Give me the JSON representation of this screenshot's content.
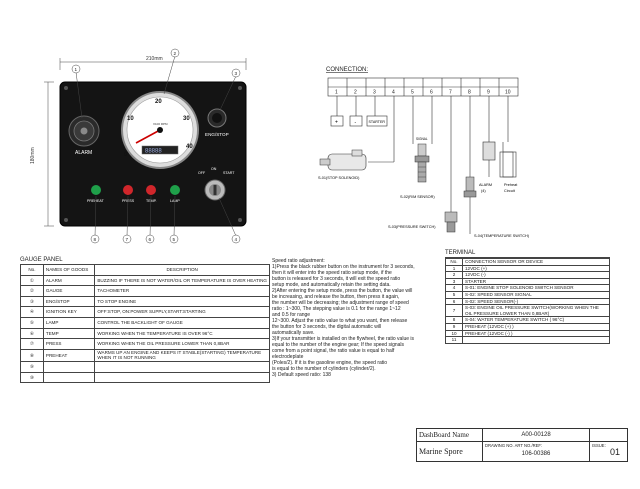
{
  "panel": {
    "width_label": "210mm",
    "height_label": "180mm",
    "callouts": [
      "1",
      "2",
      "3",
      "4",
      "5",
      "6",
      "7",
      "8"
    ],
    "alarm_label": "ALARM",
    "eng_stop_label": "ENG/STOP",
    "gauge_ticks": [
      "0",
      "10",
      "20",
      "30",
      "40"
    ],
    "gauge_sub": "X100 RPM",
    "odometer": "88888",
    "switch_labels": [
      "OFF",
      "ON",
      "START"
    ],
    "lights": [
      {
        "label": "PREHEAT",
        "color": "#1fa04a"
      },
      {
        "label": "PRESS",
        "color": "#d0262b"
      },
      {
        "label": "TEMP.",
        "color": "#d0262b"
      },
      {
        "label": "LAMP",
        "color": "#1fa04a"
      }
    ]
  },
  "connection": {
    "title": "CONNECTION:",
    "pins": [
      "1",
      "2",
      "3",
      "4",
      "5",
      "6",
      "7",
      "8",
      "9",
      "10"
    ],
    "plus_label": "+",
    "minus_label": "-",
    "starter_label": "STARTER",
    "stop_solenoid": "S-01(STOP SOLENOID)",
    "rpm_sensor": "S-02(R/M SENSOR)",
    "pressure_switch": "S-03(PRESSURE SWITCH)",
    "temp_switch": "S-04(TEMPERATURE SWITCH)",
    "signal_label": "SIGNAL",
    "alarm_label": "ALARM",
    "alarm_num": "(4)",
    "preheat_label": "Preheat",
    "circuit_label": "Circuit"
  },
  "gauge_panel": {
    "title": "GAUGE PANEL",
    "headers": [
      "No.",
      "NAMES OF GOODS",
      "DESCRIPTION"
    ],
    "rows": [
      {
        "no": "①",
        "name": "ALARM",
        "desc": "BUZZING IF THERE IS NOT WATER/OIL OR TEMPERATURE IS OVER HEATING"
      },
      {
        "no": "②",
        "name": "GAUGE",
        "desc": "TACHOMETER"
      },
      {
        "no": "③",
        "name": "ENG/STOP",
        "desc": "TO STOP ENGINE"
      },
      {
        "no": "④",
        "name": "IGNITION KEY",
        "desc": "OFF:STOP, ON:POWER SUPPLY,START:STARTING"
      },
      {
        "no": "⑤",
        "name": "LAMP",
        "desc": "CONTROL THE BACKLIGHT OF GAUGE"
      },
      {
        "no": "⑥",
        "name": "TEMP",
        "desc": "WORKING WHEN THE TEMPERATURE IS OVER 96°C"
      },
      {
        "no": "⑦",
        "name": "PRESS",
        "desc": "WORKING WHEN THE OIL PRESSURE LOWER THAN 0,8BAR"
      },
      {
        "no": "⑧",
        "name": "PREHEAT",
        "desc": "WARMS UP AN ENGINE AND KEEPS IT STABLE(STARTING) TEMPERATURE WHEN IT IS NOT RUNNING"
      },
      {
        "no": "⑨",
        "name": "",
        "desc": ""
      },
      {
        "no": "⑩",
        "name": "",
        "desc": ""
      }
    ]
  },
  "speed_ratio": {
    "lines": [
      "Speed ratio adjustment:",
      "1)Press the black rubber button on the instrument for 3 seconds,",
      "   then it will enter into the speed ratio setup mode, if the",
      "   button is released for 3 seconds, it will exit the speed ratio",
      "   setup mode, and automatically retain the setting data.",
      "2)After entering the setup mode, press the button, the value will",
      "   be increasing, and release the button, then press it again,",
      "   the number will be decreasing; the adjustment range of speed",
      "   ratio : 1~300, The stepping value is 0.1 for  the range 1~12",
      "   and 0.5 for range",
      "   12~300. Adjust the ratio value to  what you want, then release",
      "   the button for 3 seconds, the digital    automatic will",
      "   automatically save.",
      "3)If your transmitter is installed on the flywheel, the ratio value is",
      "   equal to the number of the engine gear; If the speed signals",
      "   come from a point signal, the ratio value is equal to half",
      "   electrodeplate",
      "   (Poles/2). If it is the gasoline engine, the speed ratio",
      "   is equal to the    number of cylinders (cylinder/2).",
      "3) Default speed ratio: 138"
    ]
  },
  "terminal": {
    "title": "TERMINAL",
    "headers": [
      "No.",
      "CONNECTION SENSOR OR DEVICE"
    ],
    "rows": [
      {
        "no": "1",
        "desc": "12VDC (+)"
      },
      {
        "no": "2",
        "desc": "12VDC (-)"
      },
      {
        "no": "3",
        "desc": "STARTER"
      },
      {
        "no": "4",
        "desc": "S-01: ENGINE STOP SOLENOID SWITCH SENSOR"
      },
      {
        "no": "5",
        "desc": "S-02: SPEED SENSOR SIGNAL"
      },
      {
        "no": "6",
        "desc": "S-02: SPEED SENSOR(-)"
      },
      {
        "no": "7",
        "desc": "S-03: ENGINE OIL PRESSURE SWITCH(WORKING WHEN THE OIL PRESSURE LOWER THAN 0,8BAR)"
      },
      {
        "no": "8",
        "desc": "S-04: WATER TEMPERATURE SWITCH  ( 96°C)"
      },
      {
        "no": "9",
        "desc": "PREHEAT (12VDC (+) )"
      },
      {
        "no": "10",
        "desc": "PREHEAT (12VDC (-) )"
      },
      {
        "no": "11",
        "desc": ""
      }
    ]
  },
  "title_block": {
    "name_label": "DashBoard Name",
    "name_value": "A00-00128",
    "company": "Marine Spore",
    "drawing_label": "DRAWING NO. ART NO./REF:",
    "drawing_value": "106-00386",
    "issue_label": "ISSUE:",
    "issue_value": "01"
  }
}
